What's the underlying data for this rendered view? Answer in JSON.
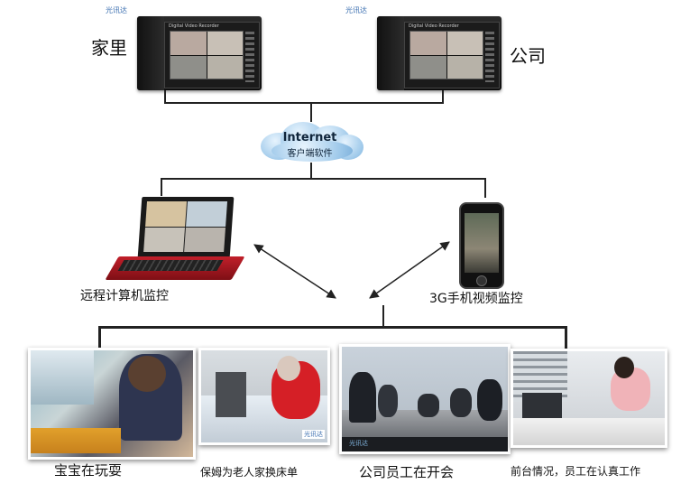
{
  "top": {
    "left_device": {
      "brand": "Digital Video Recorder",
      "logo": "光讯达",
      "label": "家里"
    },
    "right_device": {
      "brand": "Digital Video Recorder",
      "logo": "光讯达",
      "label": "公司"
    }
  },
  "cloud": {
    "title": "Internet",
    "subtitle": "客户端软件"
  },
  "clients": {
    "laptop_label": "远程计算机监控",
    "phone_label": "3G手机视频监控"
  },
  "scenes": [
    {
      "caption": "宝宝在玩耍"
    },
    {
      "caption": "保姆为老人家换床单",
      "logo": "光讯达"
    },
    {
      "caption": "公司员工在开会",
      "logo": "光讯达"
    },
    {
      "caption": "前台情况，员工在认真工作"
    }
  ],
  "colors": {
    "line": "#222222",
    "cloud": "#9fc9ea",
    "brand": "#3b6fb0",
    "laptop": "#c11f2a"
  }
}
